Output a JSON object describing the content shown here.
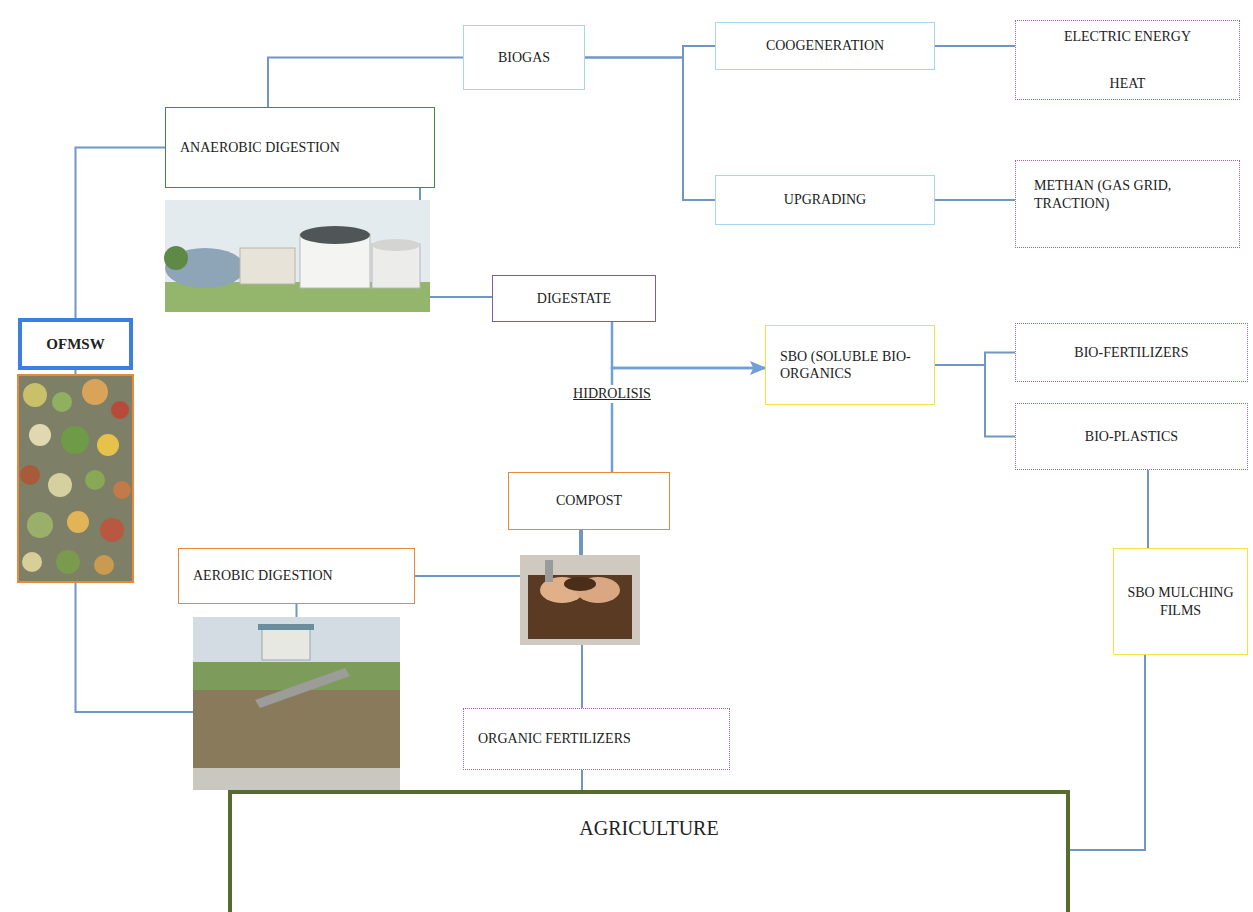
{
  "diagram": {
    "nodes": [
      {
        "text": [
          "OFMSW"
        ]
      },
      {
        "text": [
          "ANAEROBIC DIGESTION"
        ]
      },
      {
        "text": [
          "BIOGAS"
        ]
      },
      {
        "text": [
          "COOGENERATION"
        ]
      },
      {
        "text": [
          "ELECTRIC ENERGY",
          "HEAT"
        ]
      },
      {
        "text": [
          "UPGRADING"
        ]
      },
      {
        "text": [
          "METHAN (GAS GRID, TRACTION)"
        ]
      },
      {
        "text": [
          "DIGESTATE"
        ]
      },
      {
        "text": [
          "SBO (SOLUBLE BIO-ORGANICS"
        ]
      },
      {
        "text": [
          "BIO-FERTILIZERS"
        ]
      },
      {
        "text": [
          "BIO-PLASTICS"
        ]
      },
      {
        "text": [
          "COMPOST"
        ]
      },
      {
        "text": [
          "AEROBIC DIGESTION"
        ]
      },
      {
        "text": [
          "ORGANIC FERTILIZERS"
        ]
      },
      {
        "text": [
          "SBO MULCHING FILMS"
        ]
      },
      {
        "text": [
          "AGRICULTURE"
        ]
      }
    ],
    "edges": [
      {
        "from": 0,
        "to": 1,
        "arrow": "none"
      },
      {
        "from": 0,
        "to": 12,
        "arrow": "none"
      },
      {
        "from": 1,
        "to": 2,
        "arrow": "none"
      },
      {
        "from": 2,
        "to": 3,
        "arrow": "none"
      },
      {
        "from": 2,
        "to": 5,
        "arrow": "none"
      },
      {
        "from": 3,
        "to": 4,
        "arrow": "none"
      },
      {
        "from": 5,
        "to": 6,
        "arrow": "none"
      },
      {
        "from": 1,
        "to": 7,
        "arrow": "none"
      },
      {
        "from": 7,
        "to": 8,
        "arrow": "to"
      },
      {
        "from": 11,
        "to": 8,
        "arrow": "to"
      },
      {
        "from": 8,
        "to": 9,
        "arrow": "none"
      },
      {
        "from": 8,
        "to": 10,
        "arrow": "none"
      },
      {
        "from": 12,
        "to": 11,
        "arrow": "none"
      },
      {
        "from": 11,
        "to": 13,
        "arrow": "none"
      },
      {
        "from": 13,
        "to": 15,
        "arrow": "none"
      },
      {
        "from": 10,
        "to": 14,
        "arrow": "none"
      },
      {
        "from": 14,
        "to": 15,
        "arrow": "none"
      }
    ],
    "labels": [
      "HIDROLISIS"
    ]
  }
}
